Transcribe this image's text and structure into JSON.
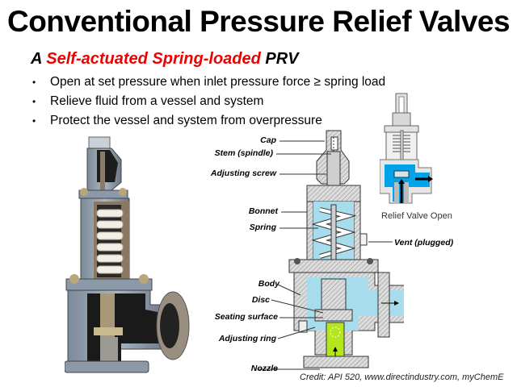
{
  "slide": {
    "title": "Conventional Pressure Relief Valves",
    "subtitle": {
      "prefix": "A ",
      "highlight": "Self-actuated Spring-loaded",
      "suffix": " PRV",
      "highlight_color": "#ee0000"
    },
    "bullets": [
      {
        "marker": "•",
        "text": "Open at set pressure when inlet pressure force ≥ spring load"
      },
      {
        "marker": "•",
        "text": "Relieve fluid from a vessel and system"
      },
      {
        "marker": "•",
        "text": "Protect the vessel and system from overpressure"
      }
    ]
  },
  "diagram": {
    "labels": [
      {
        "key": "cap",
        "text": "Cap"
      },
      {
        "key": "stem",
        "text": "Stem (spindle)"
      },
      {
        "key": "adjusting_screw",
        "text": "Adjusting screw"
      },
      {
        "key": "bonnet",
        "text": "Bonnet"
      },
      {
        "key": "spring",
        "text": "Spring"
      },
      {
        "key": "body",
        "text": "Body"
      },
      {
        "key": "disc",
        "text": "Disc"
      },
      {
        "key": "seating_surface",
        "text": "Seating surface"
      },
      {
        "key": "adjusting_ring",
        "text": "Adjusting ring"
      },
      {
        "key": "nozzle",
        "text": "Nozzle"
      }
    ],
    "vent_label": "Vent (plugged)",
    "fluid_color": "#a6dcec",
    "nozzle_color": "#b5e61d"
  },
  "mini_diagram": {
    "caption": "Relief Valve Open",
    "fluid_color": "#00a2e8"
  },
  "credit": "Credit: API 520, www.directindustry.com, myChemE"
}
